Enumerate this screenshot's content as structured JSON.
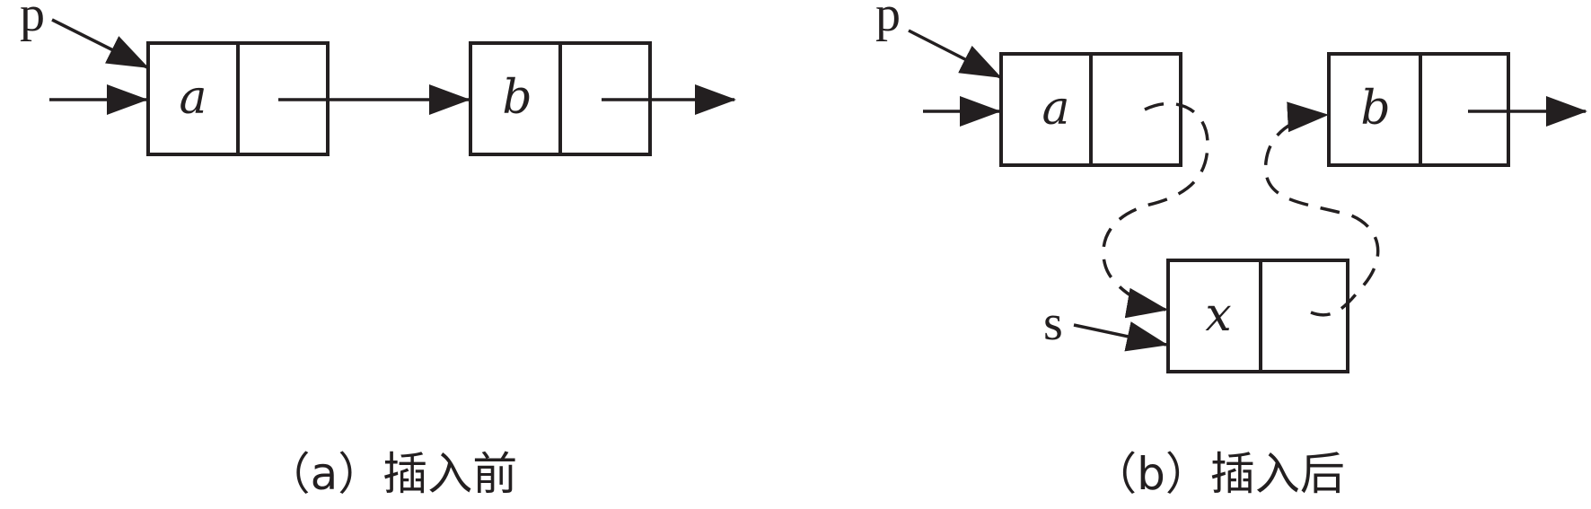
{
  "panel_a": {
    "caption": "（a）插入前",
    "pointer_label": "p",
    "node_1_value": "a",
    "node_2_value": "b"
  },
  "panel_b": {
    "caption": "（b）插入后",
    "pointer_p_label": "p",
    "pointer_s_label": "s",
    "node_a_value": "a",
    "node_b_value": "b",
    "node_x_value": "x"
  }
}
